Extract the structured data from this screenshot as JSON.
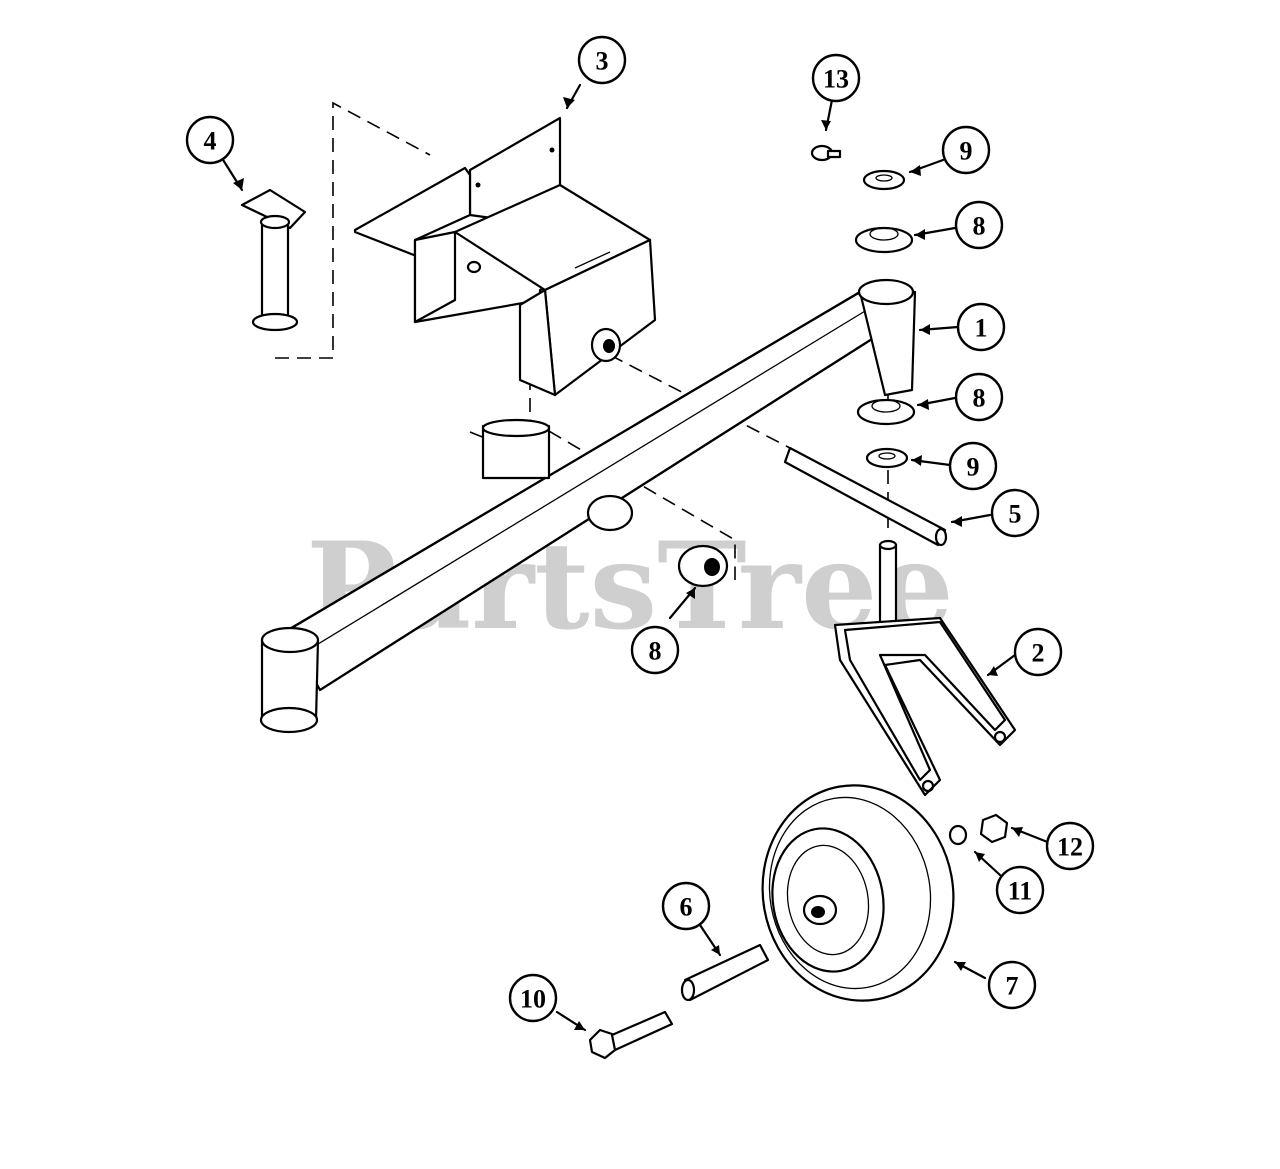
{
  "watermark": "PartsTree",
  "callouts": [
    {
      "id": "c1",
      "label": "1"
    },
    {
      "id": "c2",
      "label": "2"
    },
    {
      "id": "c3",
      "label": "3"
    },
    {
      "id": "c4",
      "label": "4"
    },
    {
      "id": "c5",
      "label": "5"
    },
    {
      "id": "c6",
      "label": "6"
    },
    {
      "id": "c7",
      "label": "7"
    },
    {
      "id": "c8a",
      "label": "8"
    },
    {
      "id": "c8b",
      "label": "8"
    },
    {
      "id": "c8c",
      "label": "8"
    },
    {
      "id": "c9a",
      "label": "9"
    },
    {
      "id": "c9b",
      "label": "9"
    },
    {
      "id": "c10",
      "label": "10"
    },
    {
      "id": "c11",
      "label": "11"
    },
    {
      "id": "c12",
      "label": "12"
    },
    {
      "id": "c13",
      "label": "13"
    }
  ]
}
